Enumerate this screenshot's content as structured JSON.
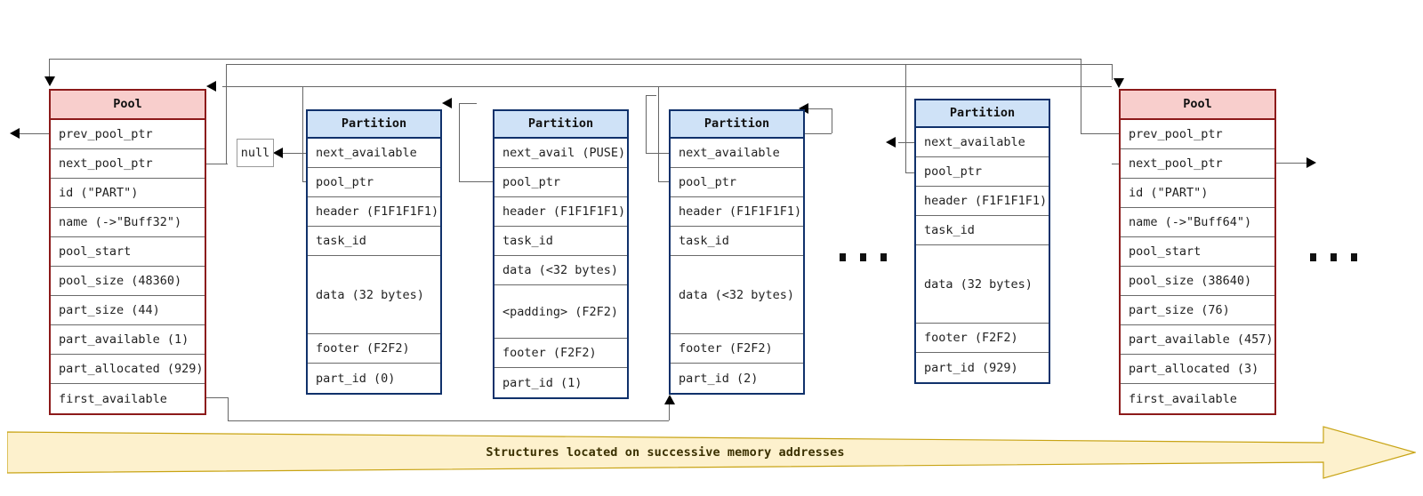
{
  "diagram": {
    "banner_label": "Structures located on successive memory addresses",
    "ellipsis_dot": "",
    "null_label": "null",
    "colors": {
      "pool_border": "#8c1a1a",
      "pool_header_fill": "#f8cecc",
      "partition_border": "#10316b",
      "partition_header_fill": "#cfe2f7",
      "banner_fill": "#fdf1cd",
      "banner_stroke": "#c8a415",
      "connector": "#666666"
    }
  },
  "pools": [
    {
      "title": "Pool",
      "rows": [
        "prev_pool_ptr",
        "next_pool_ptr",
        "id (\"PART\")",
        "name (->\"Buff32\")",
        "pool_start",
        "pool_size (48360)",
        "part_size (44)",
        "part_available (1)",
        "part_allocated (929)",
        "first_available"
      ]
    },
    {
      "title": "Pool",
      "rows": [
        "prev_pool_ptr",
        "next_pool_ptr",
        "id (\"PART\")",
        "name (->\"Buff64\")",
        "pool_start",
        "pool_size (38640)",
        "part_size (76)",
        "part_available (457)",
        "part_allocated (3)",
        "first_available"
      ]
    }
  ],
  "partitions": [
    {
      "title": "Partition",
      "rows": [
        "next_available",
        "pool_ptr",
        "header (F1F1F1F1)",
        "task_id",
        "data (32 bytes)",
        "footer (F2F2)",
        "part_id (0)"
      ]
    },
    {
      "title": "Partition",
      "rows": [
        "next_avail (PUSE)",
        "pool_ptr",
        "header (F1F1F1F1)",
        "task_id",
        "data (<32 bytes)",
        "<padding> (F2F2)",
        "footer (F2F2)",
        "part_id (1)"
      ]
    },
    {
      "title": "Partition",
      "rows": [
        "next_available",
        "pool_ptr",
        "header (F1F1F1F1)",
        "task_id",
        "data (<32 bytes)",
        "footer (F2F2)",
        "part_id (2)"
      ]
    },
    {
      "title": "Partition",
      "rows": [
        "next_available",
        "pool_ptr",
        "header (F1F1F1F1)",
        "task_id",
        "data (32 bytes)",
        "footer (F2F2)",
        "part_id (929)"
      ]
    }
  ]
}
